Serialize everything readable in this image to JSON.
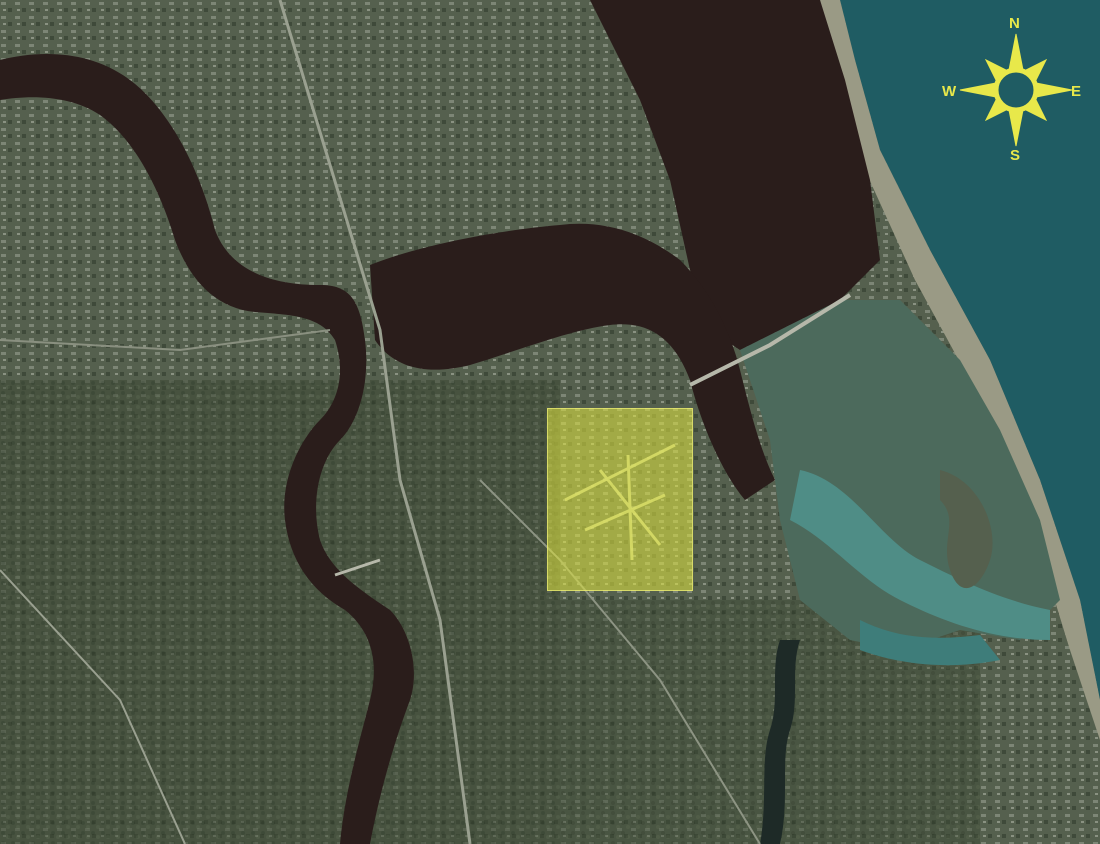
{
  "map": {
    "kind": "satellite aerial imagery",
    "highlight_color": "#e2e840",
    "compass": {
      "north": "N",
      "south": "S",
      "east": "E",
      "west": "W",
      "color": "#e8e84a"
    }
  }
}
